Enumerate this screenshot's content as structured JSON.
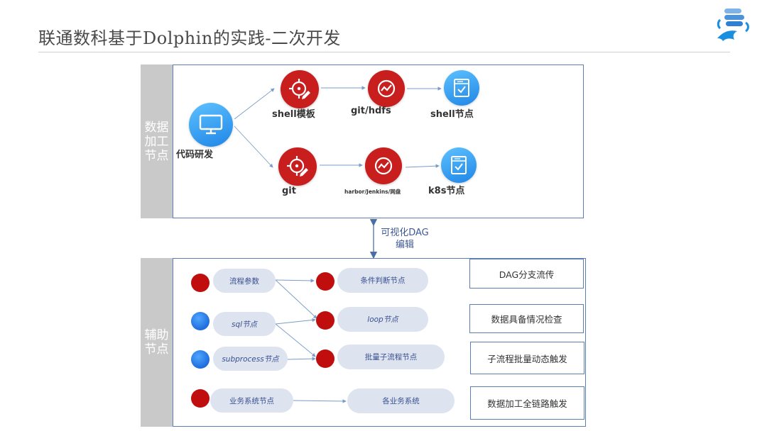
{
  "slide": {
    "title": "联通数科基于Dolphin的实践-二次开发"
  },
  "top_section": {
    "tab_label": "数据加工节点",
    "source": {
      "label": "代码研发",
      "icon": "monitor-icon"
    },
    "row1": [
      {
        "label": "shell模板",
        "icon": "target-edit-icon"
      },
      {
        "label": "git/hdfs",
        "icon": "pulse-icon"
      },
      {
        "label": "shell节点",
        "icon": "form-check-icon"
      }
    ],
    "row2": [
      {
        "label": "git",
        "icon": "target-edit-icon"
      },
      {
        "label": "harbor/Jenkins/网盘",
        "icon": "pulse-icon"
      },
      {
        "label": "k8s节点",
        "icon": "form-check-icon"
      }
    ]
  },
  "connector": {
    "line1": "可视化DAG",
    "line2": "编辑"
  },
  "bottom_section": {
    "tab_label": "辅助节点",
    "left_nodes": [
      {
        "label": "流程参数",
        "dot": "red"
      },
      {
        "label": "sql节点",
        "dot": "blue"
      },
      {
        "label": "subprocess节点",
        "dot": "blue"
      },
      {
        "label": "业务系统节点",
        "dot": "red"
      }
    ],
    "right_nodes": [
      {
        "label": "条件判断节点"
      },
      {
        "label": "loop节点"
      },
      {
        "label": "批量子流程节点"
      },
      {
        "label": "各业务系统"
      }
    ],
    "features": [
      "DAG分支流传",
      "数据具备情况检查",
      "子流程批量动态触发",
      "数据加工全链路触发"
    ]
  },
  "colors": {
    "red": "#c81e1e",
    "blue": "#1f86e6",
    "pill": "#dde4f0",
    "border": "#5b7fb5",
    "tab": "#c9c9c9"
  }
}
